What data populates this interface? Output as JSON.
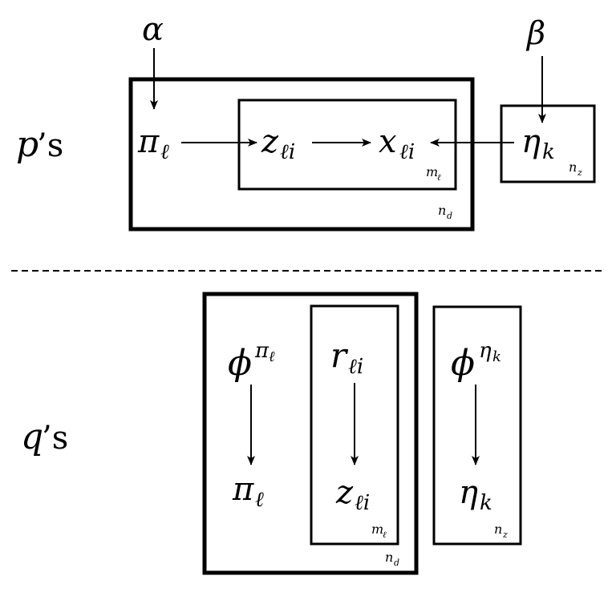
{
  "p_section": {
    "label_var": "p",
    "label_suffix": "’s",
    "hyper_alpha": "α",
    "hyper_beta": "β",
    "pi_base": "π",
    "pi_sub": "ℓ",
    "z_base": "z",
    "z_sub": "ℓi",
    "x_base": "x",
    "x_sub": "ℓi",
    "eta_base": "η",
    "eta_sub": "k",
    "plate_outer_label_base": "n",
    "plate_outer_label_sub": "d",
    "plate_inner_label_base": "m",
    "plate_inner_label_sub": "ℓ",
    "plate_eta_label_base": "n",
    "plate_eta_label_sub": "z"
  },
  "q_section": {
    "label_var": "q",
    "label_suffix": "’s",
    "phi_pi_base": "ϕ",
    "phi_pi_sup_base": "π",
    "phi_pi_sup_sub": "ℓ",
    "pi_base": "π",
    "pi_sub": "ℓ",
    "r_base": "r",
    "r_sub": "ℓi",
    "z_base": "z",
    "z_sub": "ℓi",
    "phi_eta_base": "ϕ",
    "phi_eta_sup_base": "η",
    "phi_eta_sup_sub": "k",
    "eta_base": "η",
    "eta_sub": "k",
    "plate_outer_label_base": "n",
    "plate_outer_label_sub": "d",
    "plate_inner_label_base": "m",
    "plate_inner_label_sub": "ℓ",
    "plate_eta_label_base": "n",
    "plate_eta_label_sub": "z"
  }
}
